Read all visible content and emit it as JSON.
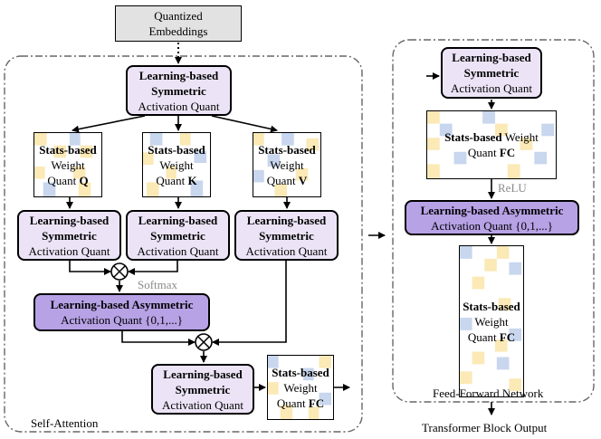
{
  "input": {
    "line1": "Quantized",
    "line2": "Embeddings"
  },
  "lbs": {
    "line1": "Learning-based",
    "line2": "Symmetric",
    "line3": "Activation Quant"
  },
  "lba": {
    "line1": "Learning-based Asymmetric",
    "line2": "Activation Quant {0,1,...}"
  },
  "stats": {
    "bold": "Stats-based",
    "weight": "Weight",
    "quant": "Quant",
    "q": "Q",
    "k": "K",
    "v": "V",
    "fc": "FC"
  },
  "labels": {
    "softmax": "Softmax",
    "relu": "ReLU",
    "self_attention": "Self-Attention",
    "ffn": "Feed-Forward Network",
    "output": "Transformer Block Output"
  },
  "colors": {
    "sym_fill": "#ece4f6",
    "asym_fill": "#b7a2e6",
    "weight_yellow": "#fbe9b6",
    "weight_blue": "#c8d6ee",
    "input_fill": "#e2e2e2"
  }
}
